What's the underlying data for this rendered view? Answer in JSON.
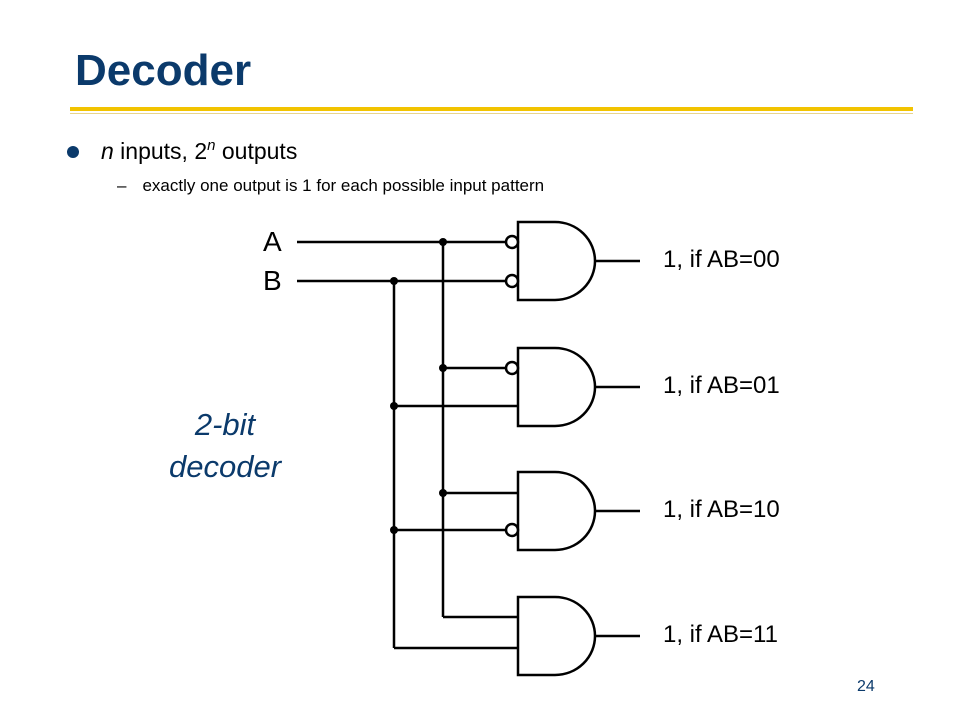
{
  "slide": {
    "title": "Decoder",
    "bullet": {
      "italic_n": "n",
      "text_mid": " inputs, 2",
      "superscript": "n",
      "text_end": " outputs"
    },
    "sub_bullet": {
      "dash": "–",
      "text": "exactly one output is 1 for each possible input pattern"
    },
    "page_number": "24"
  },
  "diagram": {
    "inputs": [
      "A",
      "B"
    ],
    "outputs": [
      "1, if AB=00",
      "1, if AB=01",
      "1, if AB=10",
      "1, if AB=11"
    ],
    "side_label_line1": "2-bit",
    "side_label_line2": "decoder"
  },
  "colors": {
    "title": "#0b3a6b",
    "accent_rule": "#f2c300",
    "bullet": "#0b3a6b"
  }
}
